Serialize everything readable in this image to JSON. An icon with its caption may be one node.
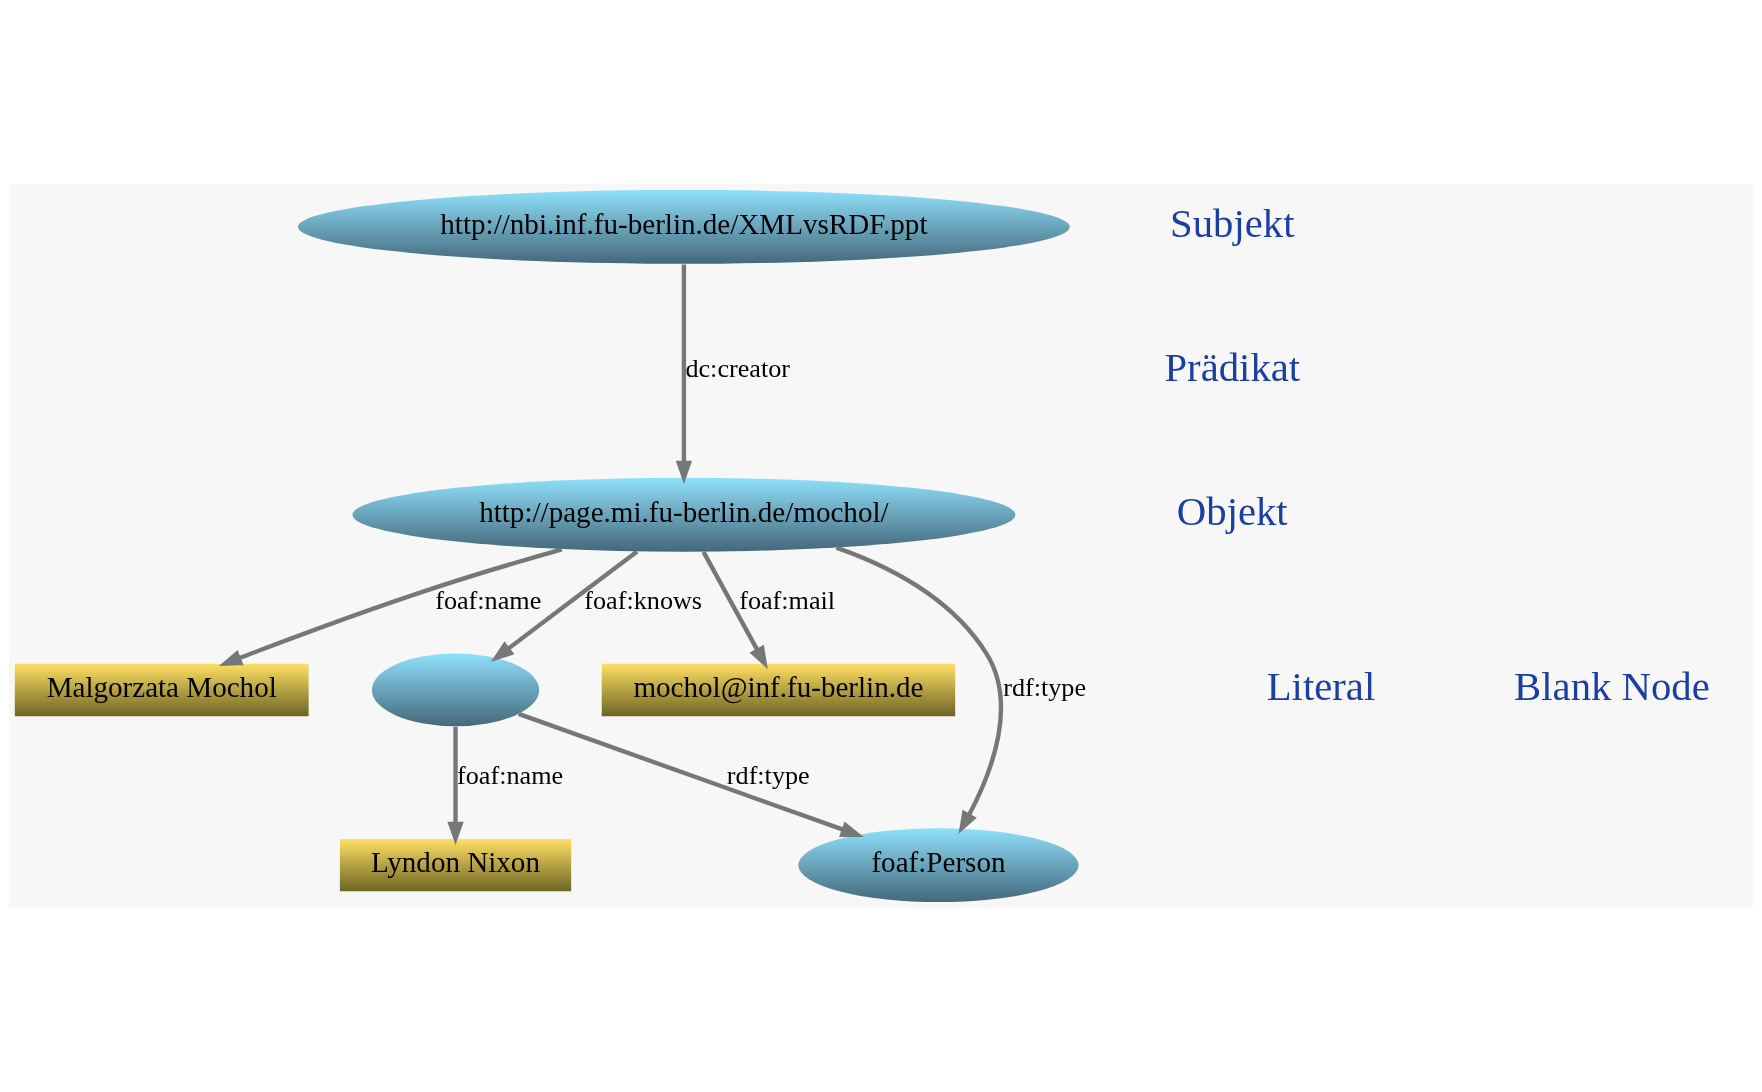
{
  "diagram": {
    "nodes": [
      {
        "text": [
          "http://nbi.inf.fu-berlin.de/XMLvsRDF.ppt"
        ]
      },
      {
        "text": [
          "http://page.mi.fu-berlin.de/mochol/"
        ]
      },
      {
        "text": [
          "Malgorzata Mochol"
        ]
      },
      {
        "text": [],
        "shape": "ellipse"
      },
      {
        "text": [
          "mochol@inf.fu-berlin.de"
        ]
      },
      {
        "text": [
          "Lyndon Nixon"
        ]
      },
      {
        "text": [
          "foaf:Person"
        ]
      }
    ],
    "edges": [
      {
        "from": 0,
        "to": 1,
        "arrow": "to",
        "label": "dc:creator"
      },
      {
        "from": 1,
        "to": 2,
        "arrow": "to",
        "label": "foaf:name"
      },
      {
        "from": 1,
        "to": 3,
        "arrow": "to",
        "label": "foaf:knows"
      },
      {
        "from": 1,
        "to": 4,
        "arrow": "to",
        "label": "foaf:mail"
      },
      {
        "from": 1,
        "to": 6,
        "arrow": "to",
        "label": "rdf:type"
      },
      {
        "from": 3,
        "to": 5,
        "arrow": "to",
        "label": "foaf:name"
      },
      {
        "from": 3,
        "to": 6,
        "arrow": "to",
        "label": "rdf:type"
      }
    ],
    "labels": [
      "Subjekt",
      "Prädikat",
      "Literal",
      "Objekt",
      "Blank Node"
    ]
  }
}
